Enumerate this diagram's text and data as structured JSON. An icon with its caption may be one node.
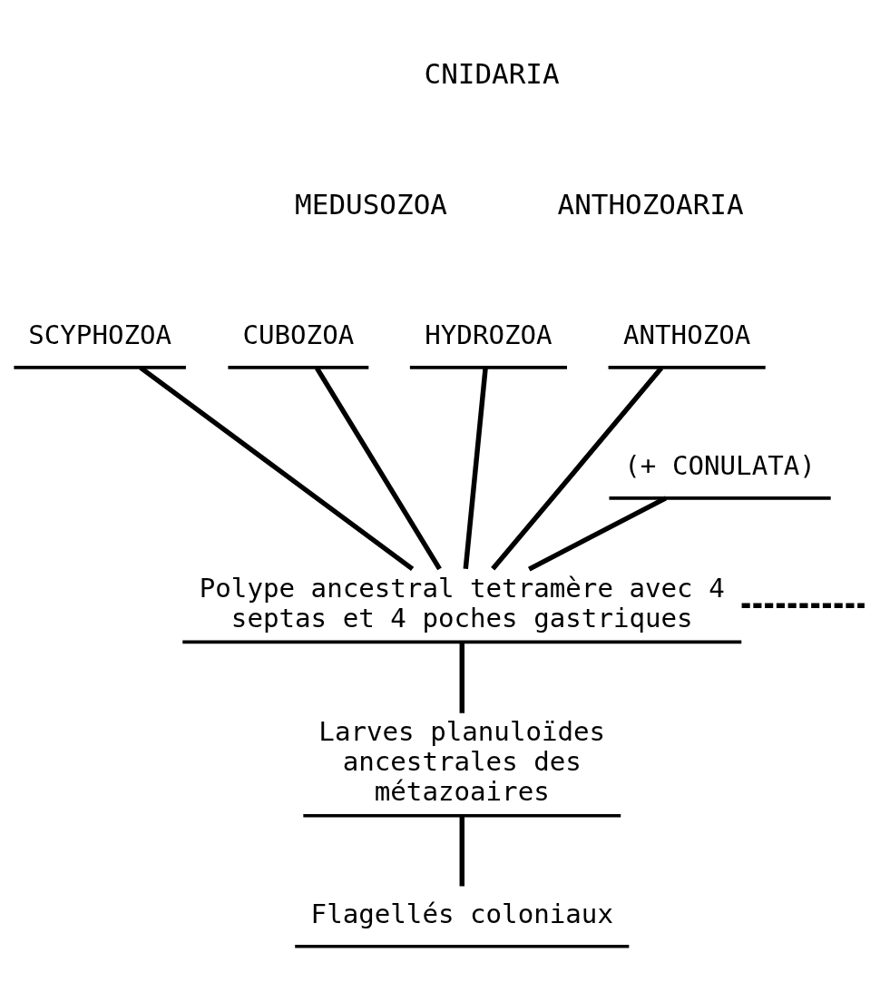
{
  "diagram": {
    "nodes": [
      {
        "text": [
          "SCYPHOZOA"
        ]
      },
      {
        "text": [
          "CUBOZOA"
        ]
      },
      {
        "text": [
          "HYDROZOA"
        ]
      },
      {
        "text": [
          "ANTHOZOA"
        ]
      },
      {
        "text": [
          "(+ CONULATA)"
        ]
      },
      {
        "text": [
          "Polype ancestral tetramère avec 4 septas et 4 poches gastriques"
        ]
      },
      {
        "text": [
          "Larves planuloïdes ancestrales des métazoaires"
        ]
      },
      {
        "text": [
          "Flagellés coloniaux"
        ]
      }
    ],
    "edges": [
      {
        "from": 7,
        "to": 6,
        "arrow": "none"
      },
      {
        "from": 6,
        "to": 5,
        "arrow": "none"
      },
      {
        "from": 5,
        "to": null,
        "arrow": "none",
        "style": "dashed"
      },
      {
        "from": 5,
        "to": 4,
        "arrow": "none"
      },
      {
        "from": 5,
        "to": 0,
        "arrow": "none"
      },
      {
        "from": 5,
        "to": 1,
        "arrow": "none"
      },
      {
        "from": 5,
        "to": 2,
        "arrow": "none"
      },
      {
        "from": 5,
        "to": 3,
        "arrow": "none"
      }
    ],
    "labels": [
      "CNIDARIA",
      "MEDUSOZOA",
      "ANTHOZOARIA"
    ]
  }
}
